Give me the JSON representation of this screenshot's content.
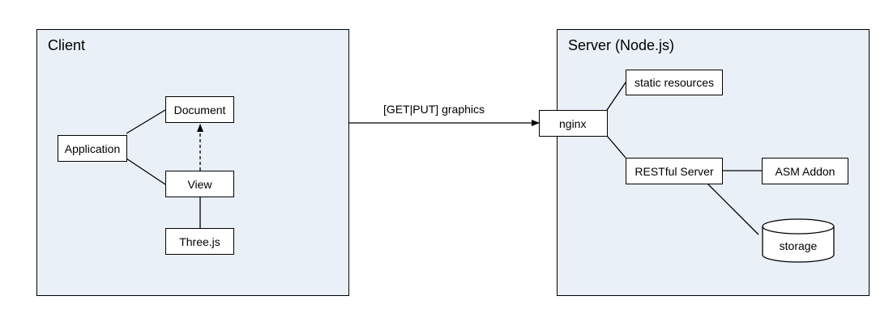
{
  "client": {
    "title": "Client",
    "application": "Application",
    "document": "Document",
    "view": "View",
    "threejs": "Three.js"
  },
  "connection": {
    "label": "[GET|PUT] graphics"
  },
  "server": {
    "title": "Server (Node.js)",
    "nginx": "nginx",
    "static_resources": "static resources",
    "restful_server": "RESTful Server",
    "asm_addon": "ASM Addon",
    "storage": "storage"
  },
  "colors": {
    "panel_fill": "#eaf0f8",
    "stroke": "#000000"
  }
}
